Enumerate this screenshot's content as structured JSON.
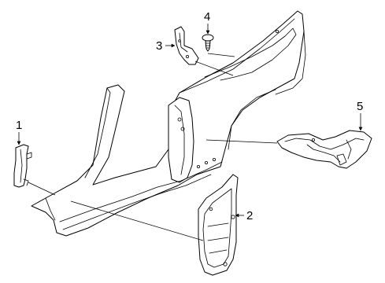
{
  "colors": {
    "background": "#ffffff",
    "line": "#000000"
  },
  "callouts": [
    {
      "number": "1",
      "part": "rear-pillar-trim-panel"
    },
    {
      "number": "2",
      "part": "rocker-trim-panel"
    },
    {
      "number": "3",
      "part": "upper-mounting-bracket"
    },
    {
      "number": "4",
      "part": "push-pin-clip"
    },
    {
      "number": "5",
      "part": "wheelhouse-liner"
    }
  ]
}
